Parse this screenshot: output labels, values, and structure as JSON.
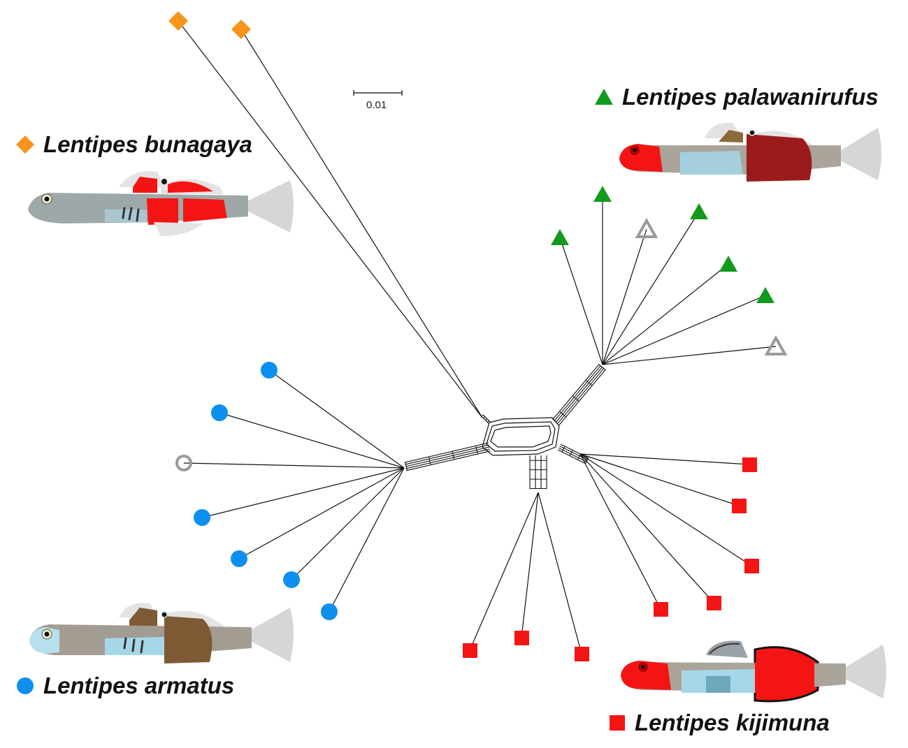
{
  "figure": {
    "type": "phylogenetic-network",
    "scale_bar": {
      "label": "0.01",
      "value": 0.01
    },
    "colors": {
      "bunagaya": "#f7941d",
      "palawanirufus": "#129a1e",
      "armatus": "#0d8ff0",
      "kijimuna": "#f51414",
      "unassigned": "#9a9a9a",
      "network_line": "#111111"
    }
  },
  "legend": [
    {
      "id": "bunagaya",
      "label": "Lentipes bunagaya",
      "marker": "diamond"
    },
    {
      "id": "palawanirufus",
      "label": "Lentipes palawanirufus",
      "marker": "triangle"
    },
    {
      "id": "armatus",
      "label": "Lentipes armatus",
      "marker": "circle"
    },
    {
      "id": "kijimuna",
      "label": "Lentipes kijimuna",
      "marker": "square"
    }
  ],
  "clades": [
    {
      "species": "bunagaya",
      "tips": [
        {
          "filled": true
        },
        {
          "filled": true
        }
      ]
    },
    {
      "species": "palawanirufus",
      "tips": [
        {
          "filled": true
        },
        {
          "filled": true
        },
        {
          "filled": false
        },
        {
          "filled": true
        },
        {
          "filled": true
        },
        {
          "filled": true
        },
        {
          "filled": false
        }
      ]
    },
    {
      "species": "armatus",
      "tips": [
        {
          "filled": true
        },
        {
          "filled": true
        },
        {
          "filled": false
        },
        {
          "filled": true
        },
        {
          "filled": true
        },
        {
          "filled": true
        },
        {
          "filled": true
        }
      ]
    },
    {
      "species": "kijimuna",
      "tips": [
        {
          "filled": true
        },
        {
          "filled": true
        },
        {
          "filled": true
        },
        {
          "filled": true
        },
        {
          "filled": true
        },
        {
          "filled": true
        },
        {
          "filled": true
        },
        {
          "filled": true
        }
      ]
    }
  ],
  "illustrations": [
    {
      "species": "bunagaya",
      "description": "grey goby with red dorsal and posterior body patches"
    },
    {
      "species": "palawanirufus",
      "description": "goby with red head, light blue flank and dark red posterior"
    },
    {
      "species": "armatus",
      "description": "goby with brown dorsal patches and light blue flank"
    },
    {
      "species": "kijimuna",
      "description": "goby with red head and bright red posterior with black fin edges"
    }
  ]
}
